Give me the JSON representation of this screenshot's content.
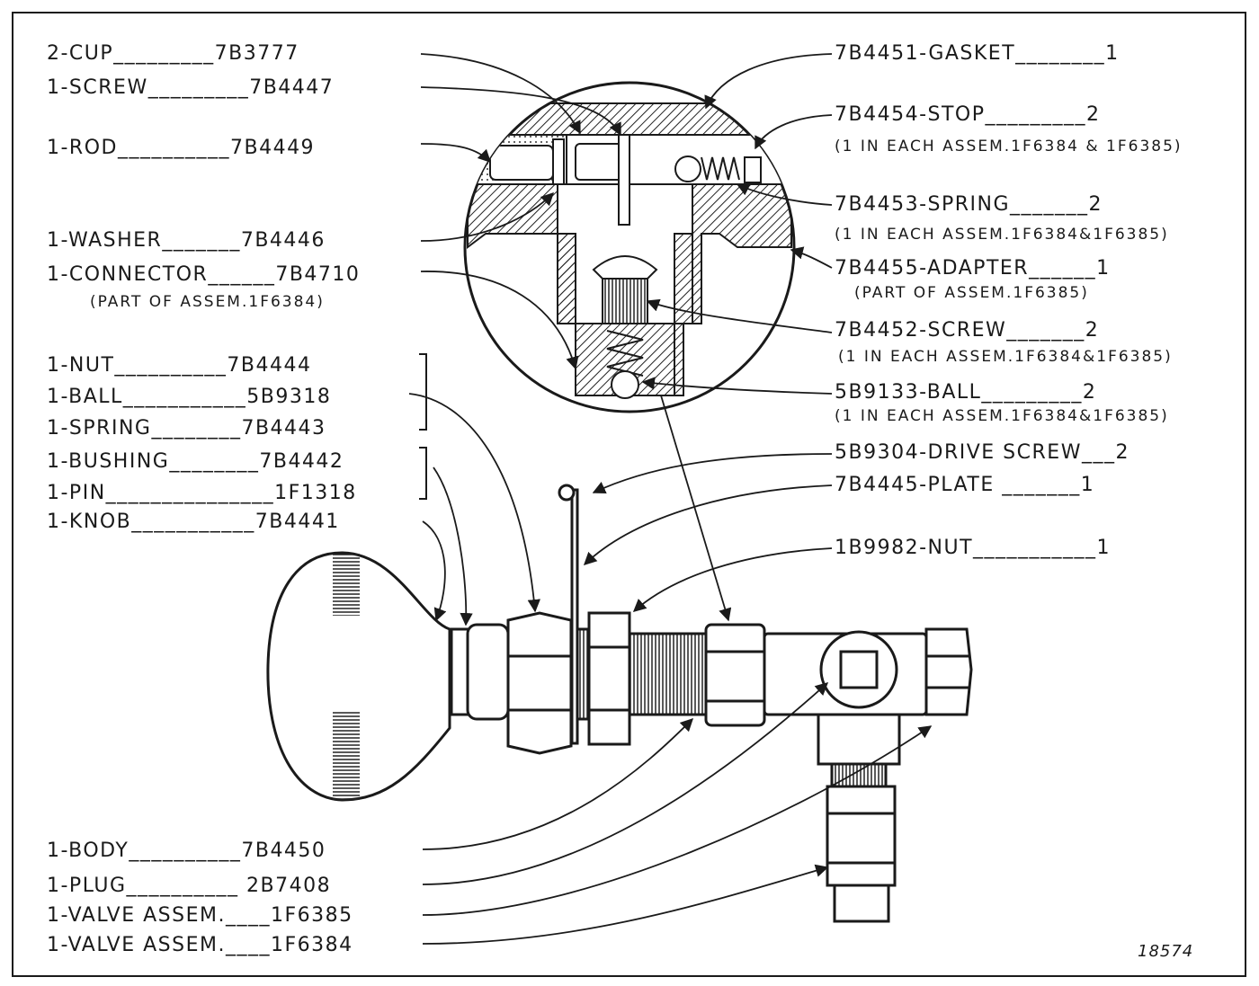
{
  "figure_number": "18574",
  "left_labels": [
    {
      "id": "cup",
      "text": "2-CUP_________7B3777"
    },
    {
      "id": "screw1",
      "text": "1-SCREW_________7B4447"
    },
    {
      "id": "rod",
      "text": "1-ROD__________7B4449"
    },
    {
      "id": "washer",
      "text": "1-WASHER_______7B4446"
    },
    {
      "id": "connector",
      "text": "1-CONNECTOR______7B4710",
      "note": "(PART OF ASSEM.1F6384)"
    },
    {
      "id": "nut1",
      "text": "1-NUT__________7B4444"
    },
    {
      "id": "ball1",
      "text": "1-BALL___________5B9318"
    },
    {
      "id": "spring1",
      "text": "1-SPRING________7B4443"
    },
    {
      "id": "bushing",
      "text": "1-BUSHING________7B4442"
    },
    {
      "id": "pin",
      "text": "1-PIN_______________1F1318"
    },
    {
      "id": "knob",
      "text": "1-KNOB___________7B4441"
    },
    {
      "id": "body",
      "text": "1-BODY__________7B4450"
    },
    {
      "id": "plug",
      "text": "1-PLUG__________ 2B7408"
    },
    {
      "id": "valve85",
      "text": "1-VALVE ASSEM.____1F6385"
    },
    {
      "id": "valve84",
      "text": "1-VALVE ASSEM.____1F6384"
    }
  ],
  "right_labels": [
    {
      "id": "gasket",
      "text": "7B4451-GASKET________1"
    },
    {
      "id": "stop",
      "text": "7B4454-STOP_________2",
      "note": "(1 IN EACH ASSEM.1F6384 & 1F6385)"
    },
    {
      "id": "spring2",
      "text": "7B4453-SPRING_______2",
      "note": "(1 IN EACH ASSEM.1F6384&1F6385)"
    },
    {
      "id": "adapter",
      "text": "7B4455-ADAPTER______1",
      "note": "(PART OF ASSEM.1F6385)"
    },
    {
      "id": "screw2",
      "text": "7B4452-SCREW_______2",
      "note": "(1 IN EACH ASSEM.1F6384&1F6385)"
    },
    {
      "id": "ball2",
      "text": "5B9133-BALL_________2",
      "note": "(1 IN EACH ASSEM.1F6384&1F6385)"
    },
    {
      "id": "drivescrew",
      "text": "5B9304-DRIVE SCREW___2"
    },
    {
      "id": "plate",
      "text": "7B4445-PLATE _______1"
    },
    {
      "id": "nut2",
      "text": "1B9982-NUT___________1"
    }
  ]
}
